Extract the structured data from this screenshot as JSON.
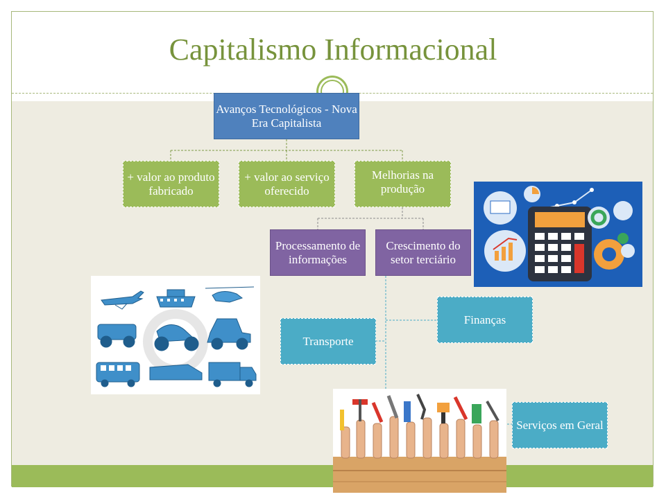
{
  "slide": {
    "title": "Capitalismo Informacional"
  },
  "diagram": {
    "root": "Avanços Tecnológicos - Nova Era Capitalista",
    "level1": [
      "+ valor ao produto fabricado",
      "+ valor ao serviço oferecido",
      "Melhorias na produção"
    ],
    "level2": [
      "Processamento de informações",
      "Crescimento do setor terciário"
    ],
    "level3": [
      "Finanças",
      "Transporte",
      "Serviços em Geral"
    ]
  },
  "colors": {
    "title": "#77933c",
    "root_box": "#4f81bd",
    "level1_box": "#9bbb59",
    "level2_box": "#8064a2",
    "level3_box": "#4bacc6",
    "background": "#eeece1",
    "accent_bar": "#9bbb59"
  },
  "images": [
    "transport-vehicles-illustration",
    "calculator-analytics-illustration",
    "hands-holding-tools-photo"
  ]
}
